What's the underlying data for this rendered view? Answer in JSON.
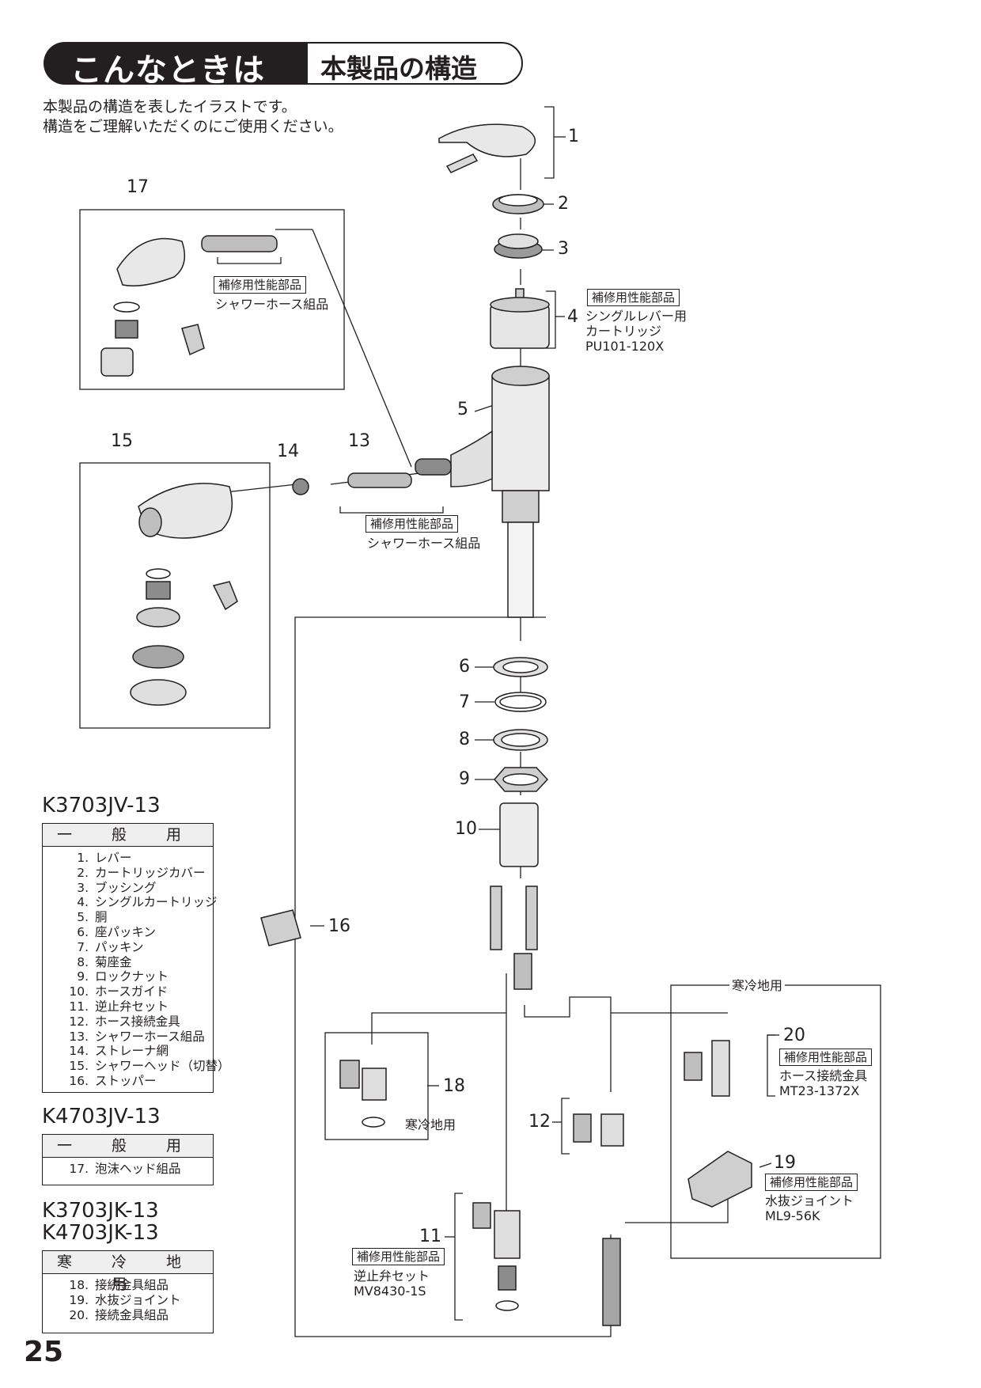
{
  "header": {
    "tag": "こんなときは",
    "title": "本製品の構造"
  },
  "intro": [
    "本製品の構造を表したイラストです。",
    "構造をご理解いただくのにご使用ください。"
  ],
  "labels": {
    "n1": "1",
    "n2": "2",
    "n3": "3",
    "n4": "4",
    "n5": "5",
    "n6": "6",
    "n7": "7",
    "n8": "8",
    "n9": "9",
    "n10": "10",
    "n11": "11",
    "n12": "12",
    "n13": "13",
    "n14": "14",
    "n15": "15",
    "n16": "16",
    "n17": "17",
    "n18": "18",
    "n19": "19",
    "n20": "20"
  },
  "callouts": {
    "repair_tag": "補修用性能部品",
    "shower_hose": "シャワーホース組品",
    "cartridge_line1": "シングルレバー用",
    "cartridge_line2": "カートリッジ",
    "cartridge_code": "PU101-120X",
    "cold_region": "寒冷地用",
    "hose_fitting": "ホース接続金具",
    "hose_fitting_code": "MT23-1372X",
    "drain_joint": "水抜ジョイント",
    "drain_joint_code": "ML9-56K",
    "check_valve": "逆止弁セット",
    "check_valve_code": "MV8430-1S"
  },
  "tables": [
    {
      "models": [
        "K3703JV-13"
      ],
      "heading": "一 般 用",
      "rows": [
        {
          "n": "1.",
          "t": "レバー"
        },
        {
          "n": "2.",
          "t": "カートリッジカバー"
        },
        {
          "n": "3.",
          "t": "ブッシング"
        },
        {
          "n": "4.",
          "t": "シングルカートリッジ"
        },
        {
          "n": "5.",
          "t": "胴"
        },
        {
          "n": "6.",
          "t": "座パッキン"
        },
        {
          "n": "7.",
          "t": "パッキン"
        },
        {
          "n": "8.",
          "t": "菊座金"
        },
        {
          "n": "9.",
          "t": "ロックナット"
        },
        {
          "n": "10.",
          "t": "ホースガイド"
        },
        {
          "n": "11.",
          "t": "逆止弁セット"
        },
        {
          "n": "12.",
          "t": "ホース接続金具"
        },
        {
          "n": "13.",
          "t": "シャワーホース組品"
        },
        {
          "n": "14.",
          "t": "ストレーナ網"
        },
        {
          "n": "15.",
          "t": "シャワーヘッド（切替）"
        },
        {
          "n": "16.",
          "t": "ストッパー"
        }
      ]
    },
    {
      "models": [
        "K4703JV-13"
      ],
      "heading": "一 般 用",
      "rows": [
        {
          "n": "17.",
          "t": "泡沫ヘッド組品"
        }
      ]
    },
    {
      "models": [
        "K3703JK-13",
        "K4703JK-13"
      ],
      "heading": "寒 冷 地 用",
      "rows": [
        {
          "n": "18.",
          "t": "接続金具組品"
        },
        {
          "n": "19.",
          "t": "水抜ジョイント"
        },
        {
          "n": "20.",
          "t": "接続金具組品"
        }
      ]
    }
  ],
  "page_number": "25"
}
